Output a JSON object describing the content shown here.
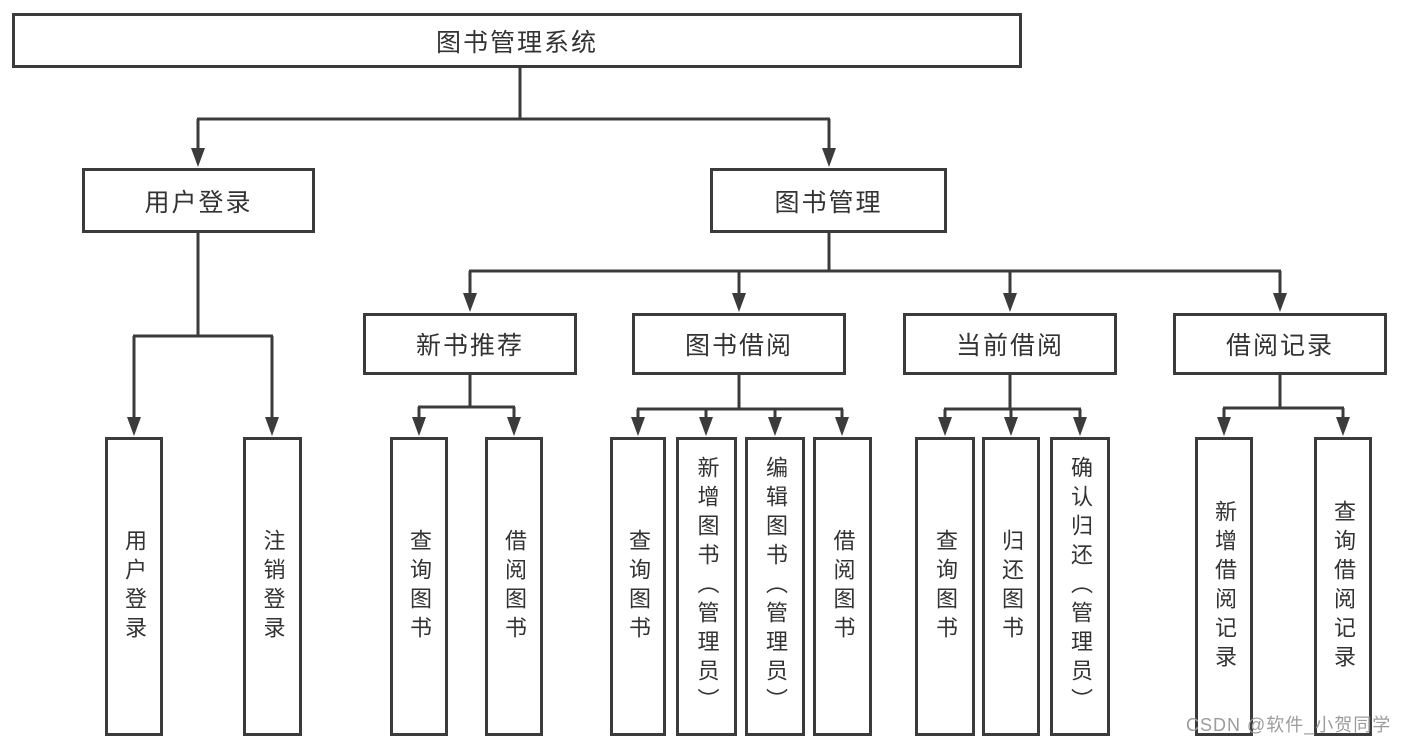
{
  "diagram": {
    "root": {
      "label": "图书管理系统"
    },
    "level2": {
      "login": {
        "label": "用户登录"
      },
      "manage": {
        "label": "图书管理"
      }
    },
    "level3": {
      "recommend": {
        "label": "新书推荐"
      },
      "borrow": {
        "label": "图书借阅"
      },
      "current": {
        "label": "当前借阅"
      },
      "records": {
        "label": "借阅记录"
      }
    },
    "leaves": {
      "login": [
        "用户登录",
        "注销登录"
      ],
      "recommend": [
        "查询图书",
        "借阅图书"
      ],
      "borrow": [
        "查询图书",
        "新增图书（管理员）",
        "编辑图书（管理员）",
        "借阅图书"
      ],
      "current": [
        "查询图书",
        "归还图书",
        "确认归还（管理员）"
      ],
      "records": [
        "新增借阅记录",
        "查询借阅记录"
      ]
    }
  },
  "watermark": "CSDN @软件_小贺同学",
  "colors": {
    "line": "#3b3b3b",
    "text": "#333333",
    "background": "#ffffff",
    "watermark": "#9c9c9c"
  }
}
